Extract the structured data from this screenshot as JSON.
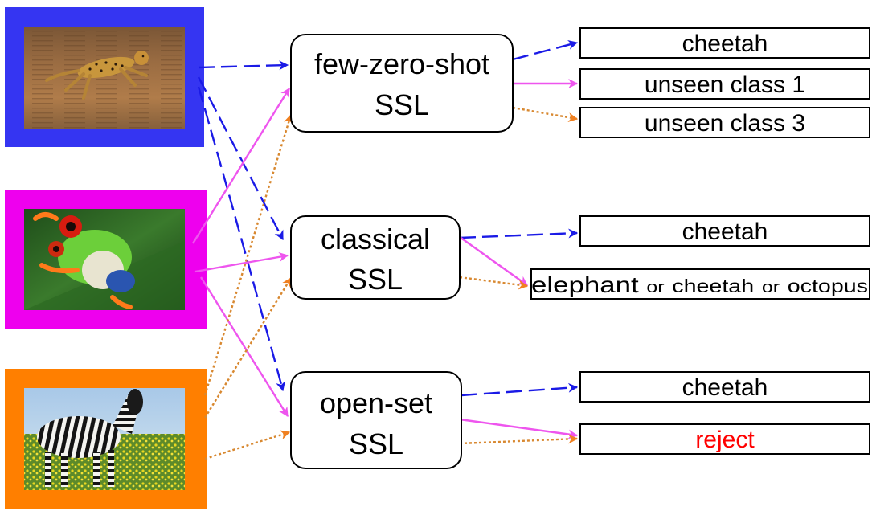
{
  "colors": {
    "cheetah_frame": "#3535f2",
    "frog_frame": "#ee00ee",
    "zebra_frame": "#ff7f00",
    "blue_arrow": "#1a1ae6",
    "pink_arrow": "#ee55ee",
    "orange_arrow": "#d88830",
    "reject_text": "#ff0000"
  },
  "images": [
    {
      "name": "cheetah-photo",
      "subject": "cheetah running"
    },
    {
      "name": "frog-photo",
      "subject": "red-eyed tree frog"
    },
    {
      "name": "zebra-photo",
      "subject": "zebra in flower field"
    }
  ],
  "methods": {
    "fewzero": {
      "line1": "few-zero-shot",
      "line2": "SSL"
    },
    "classical": {
      "line1": "classical",
      "line2": "SSL"
    },
    "openset": {
      "line1": "open-set",
      "line2": "SSL"
    }
  },
  "outputs": {
    "fewzero": [
      "cheetah",
      "unseen class 1",
      "unseen class 3"
    ],
    "classical": {
      "top": "cheetah",
      "bottom": {
        "a": "elephant",
        "or1": "or",
        "b": "cheetah",
        "or2": "or",
        "c": "octopus"
      }
    },
    "openset": [
      "cheetah",
      "reject"
    ]
  }
}
